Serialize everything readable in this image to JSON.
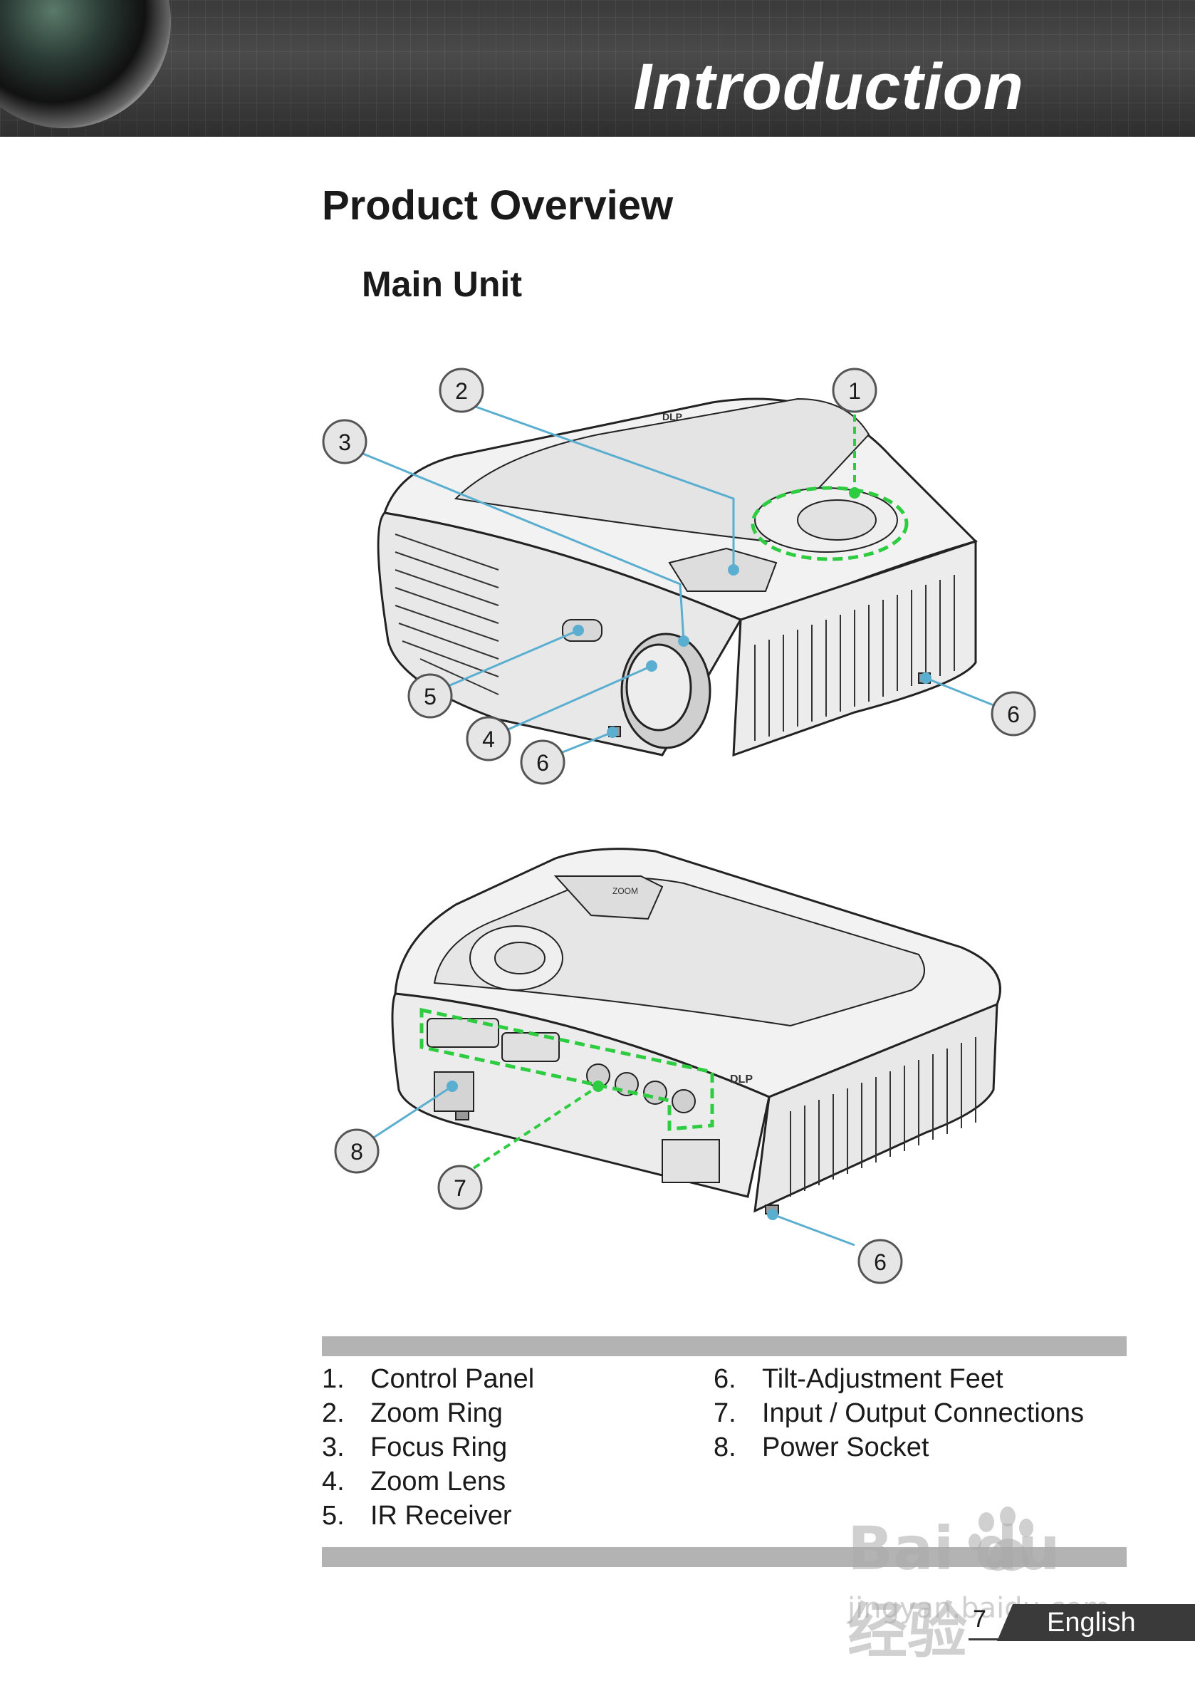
{
  "header": {
    "title": "Introduction"
  },
  "page_title": "Product Overview",
  "section_title": "Main Unit",
  "callouts": {
    "c1": "1",
    "c2": "2",
    "c3": "3",
    "c4": "4",
    "c5": "5",
    "c6a": "6",
    "c6b": "6",
    "c6c": "6",
    "c7": "7",
    "c8": "8"
  },
  "device_labels": {
    "zoom": "ZOOM",
    "dlp": "DLP"
  },
  "legend": {
    "left": [
      {
        "num": "1.",
        "label": "Control Panel"
      },
      {
        "num": "2.",
        "label": "Zoom Ring"
      },
      {
        "num": "3.",
        "label": "Focus Ring"
      },
      {
        "num": "4.",
        "label": "Zoom Lens"
      },
      {
        "num": "5.",
        "label": "IR Receiver"
      }
    ],
    "right": [
      {
        "num": "6.",
        "label": "Tilt-Adjustment Feet"
      },
      {
        "num": "7.",
        "label": "Input / Output Connections"
      },
      {
        "num": "8.",
        "label": "Power Socket"
      }
    ]
  },
  "footer": {
    "page_number": "7",
    "language": "English"
  },
  "watermark": {
    "brand": "Bai du 经验",
    "url": "jingyan.baidu.com"
  },
  "colors": {
    "callout_line": "#5aaed0",
    "highlight": "#2ecc40",
    "header_bg": "#3a3a3a",
    "table_bar": "#b3b3b3"
  }
}
